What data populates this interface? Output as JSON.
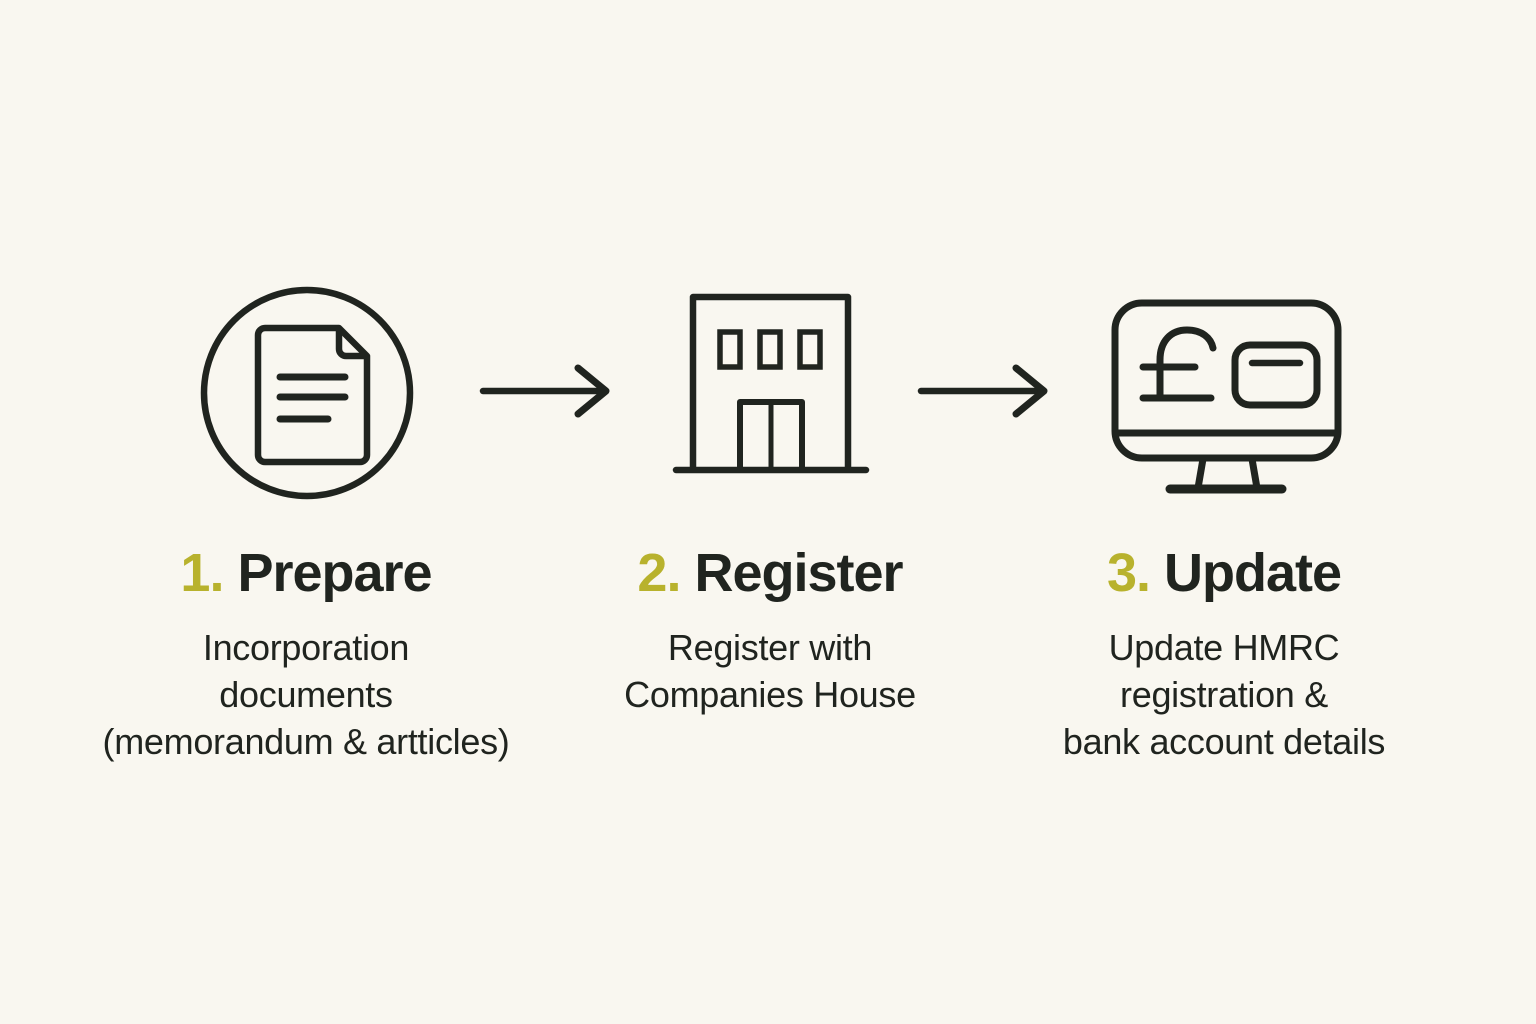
{
  "colors": {
    "bg": "#f9f7f0",
    "ink": "#20241f",
    "accent": "#b8b22d"
  },
  "steps": [
    {
      "number": "1.",
      "label": "Prepare",
      "icon": "document-circle-icon",
      "desc_lines": [
        "Incorporation",
        "documents",
        "(memorandum & artticles)"
      ]
    },
    {
      "number": "2.",
      "label": "Register",
      "icon": "building-icon",
      "desc_lines": [
        "Register with",
        "Companies House"
      ]
    },
    {
      "number": "3.",
      "label": "Update",
      "icon": "monitor-pound-icon",
      "desc_lines": [
        "Update HMRC",
        "registration &",
        "bank account details"
      ]
    }
  ],
  "arrows": [
    {
      "icon": "arrow-right-icon"
    },
    {
      "icon": "arrow-right-icon"
    }
  ]
}
